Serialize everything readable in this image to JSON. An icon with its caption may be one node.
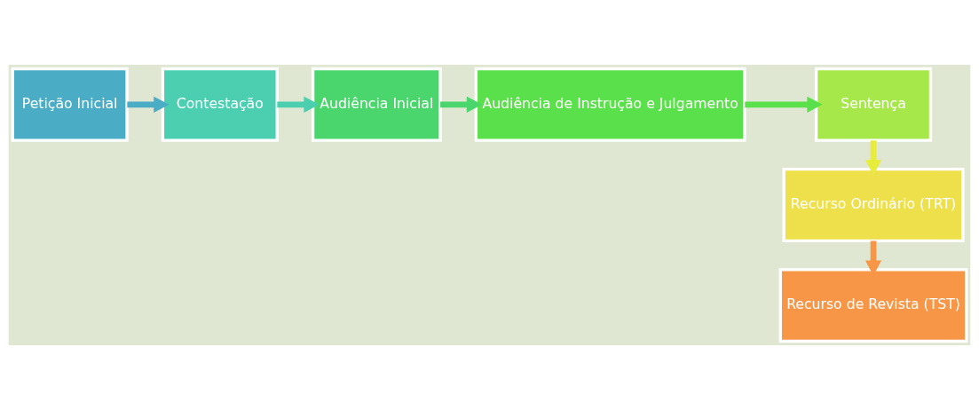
{
  "diagram": {
    "nodes": [
      {
        "text": [
          "Petição Inicial"
        ]
      },
      {
        "text": [
          "Contestação"
        ]
      },
      {
        "text": [
          "Audiência Inicial"
        ]
      },
      {
        "text": [
          "Audiência de Instrução e Julgamento"
        ]
      },
      {
        "text": [
          "Sentença"
        ]
      },
      {
        "text": [
          "Recurso Ordinário (TRT)"
        ]
      },
      {
        "text": [
          "Recurso de Revista (TST)"
        ]
      }
    ],
    "edges": [
      {
        "from": 0,
        "to": 1,
        "arrow": "to",
        "color": "#4bacc6"
      },
      {
        "from": 1,
        "to": 2,
        "arrow": "to",
        "color": "#4bcfae"
      },
      {
        "from": 2,
        "to": 3,
        "arrow": "to",
        "color": "#4ad66d"
      },
      {
        "from": 3,
        "to": 4,
        "arrow": "to",
        "color": "#5ae04a"
      },
      {
        "from": 4,
        "to": 5,
        "arrow": "to",
        "color": "#e8ec3a"
      },
      {
        "from": 5,
        "to": 6,
        "arrow": "to",
        "color": "#f79646"
      }
    ]
  }
}
